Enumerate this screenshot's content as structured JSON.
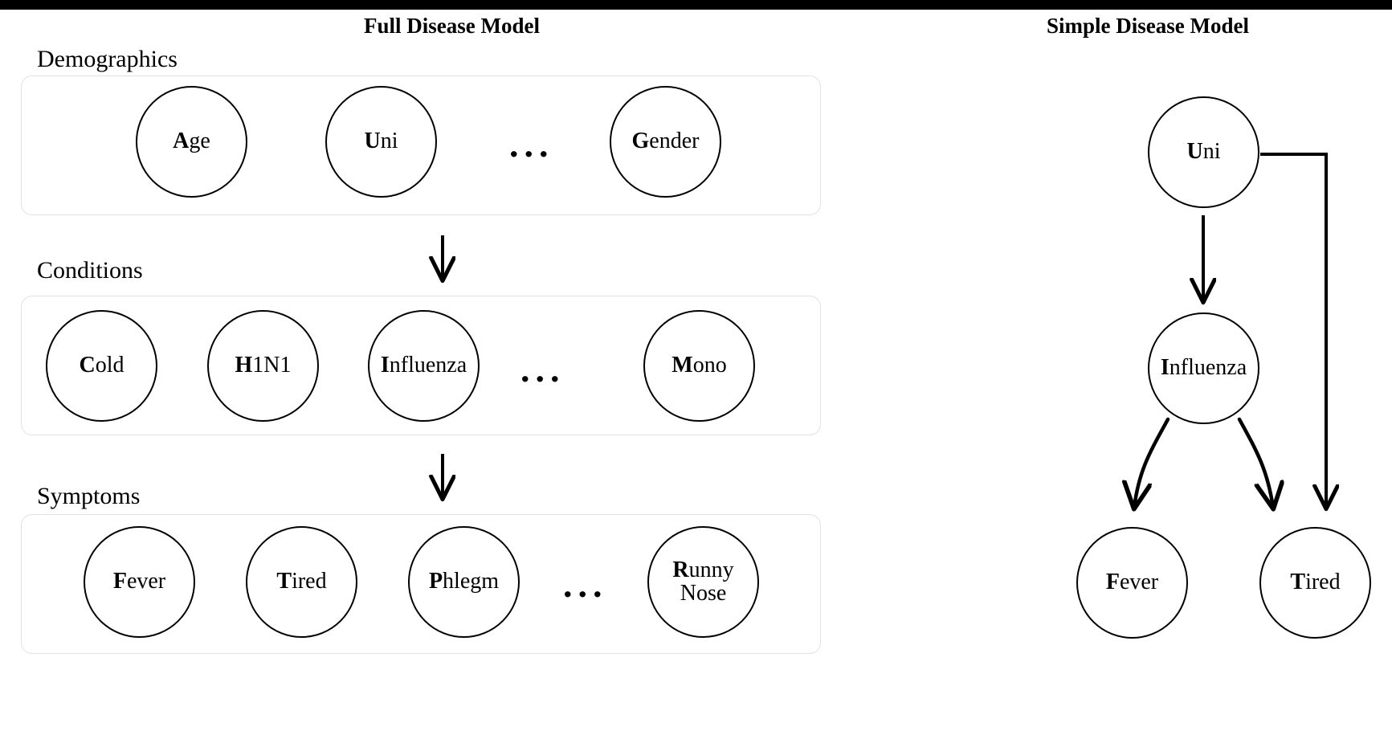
{
  "panels": {
    "full": {
      "title": "Full Disease Model"
    },
    "simple": {
      "title": "Simple Disease Model"
    }
  },
  "full_model": {
    "groups": [
      {
        "label": "Demographics",
        "nodes": [
          {
            "cap": "A",
            "rest": "ge",
            "full": "Age"
          },
          {
            "cap": "U",
            "rest": "ni",
            "full": "Uni"
          },
          {
            "cap": "G",
            "rest": "ender",
            "full": "Gender"
          }
        ],
        "ellipsis": "..."
      },
      {
        "label": "Conditions",
        "nodes": [
          {
            "cap": "C",
            "rest": "old",
            "full": "Cold"
          },
          {
            "cap": "H",
            "rest": "1N1",
            "full": "H1N1"
          },
          {
            "cap": "I",
            "rest": "nfluenza",
            "full": "Influenza"
          },
          {
            "cap": "M",
            "rest": "ono",
            "full": "Mono"
          }
        ],
        "ellipsis": "..."
      },
      {
        "label": "Symptoms",
        "nodes": [
          {
            "cap": "F",
            "rest": "ever",
            "full": "Fever"
          },
          {
            "cap": "T",
            "rest": "ired",
            "full": "Tired"
          },
          {
            "cap": "P",
            "rest": "hlegm",
            "full": "Phlegm"
          },
          {
            "cap": "R",
            "rest": "unny",
            "rest2": "Nose",
            "full": "Runny Nose"
          }
        ],
        "ellipsis": "..."
      }
    ],
    "flow_arrows": [
      "demographics-to-conditions",
      "conditions-to-symptoms"
    ]
  },
  "simple_model": {
    "nodes": [
      {
        "id": "uni",
        "cap": "U",
        "rest": "ni",
        "full": "Uni"
      },
      {
        "id": "influenza",
        "cap": "I",
        "rest": "nfluenza",
        "full": "Influenza"
      },
      {
        "id": "fever",
        "cap": "F",
        "rest": "ever",
        "full": "Fever"
      },
      {
        "id": "tired",
        "cap": "T",
        "rest": "ired",
        "full": "Tired"
      }
    ],
    "edges": [
      {
        "from": "Uni",
        "to": "Influenza",
        "style": "straight"
      },
      {
        "from": "Influenza",
        "to": "Fever",
        "style": "curved"
      },
      {
        "from": "Influenza",
        "to": "Tired",
        "style": "curved"
      },
      {
        "from": "Uni",
        "to": "Tired",
        "style": "elbow"
      }
    ]
  },
  "colors": {
    "stroke": "#000000",
    "group_border": "#e2e2e2",
    "background": "#ffffff",
    "topbar": "#000000"
  }
}
